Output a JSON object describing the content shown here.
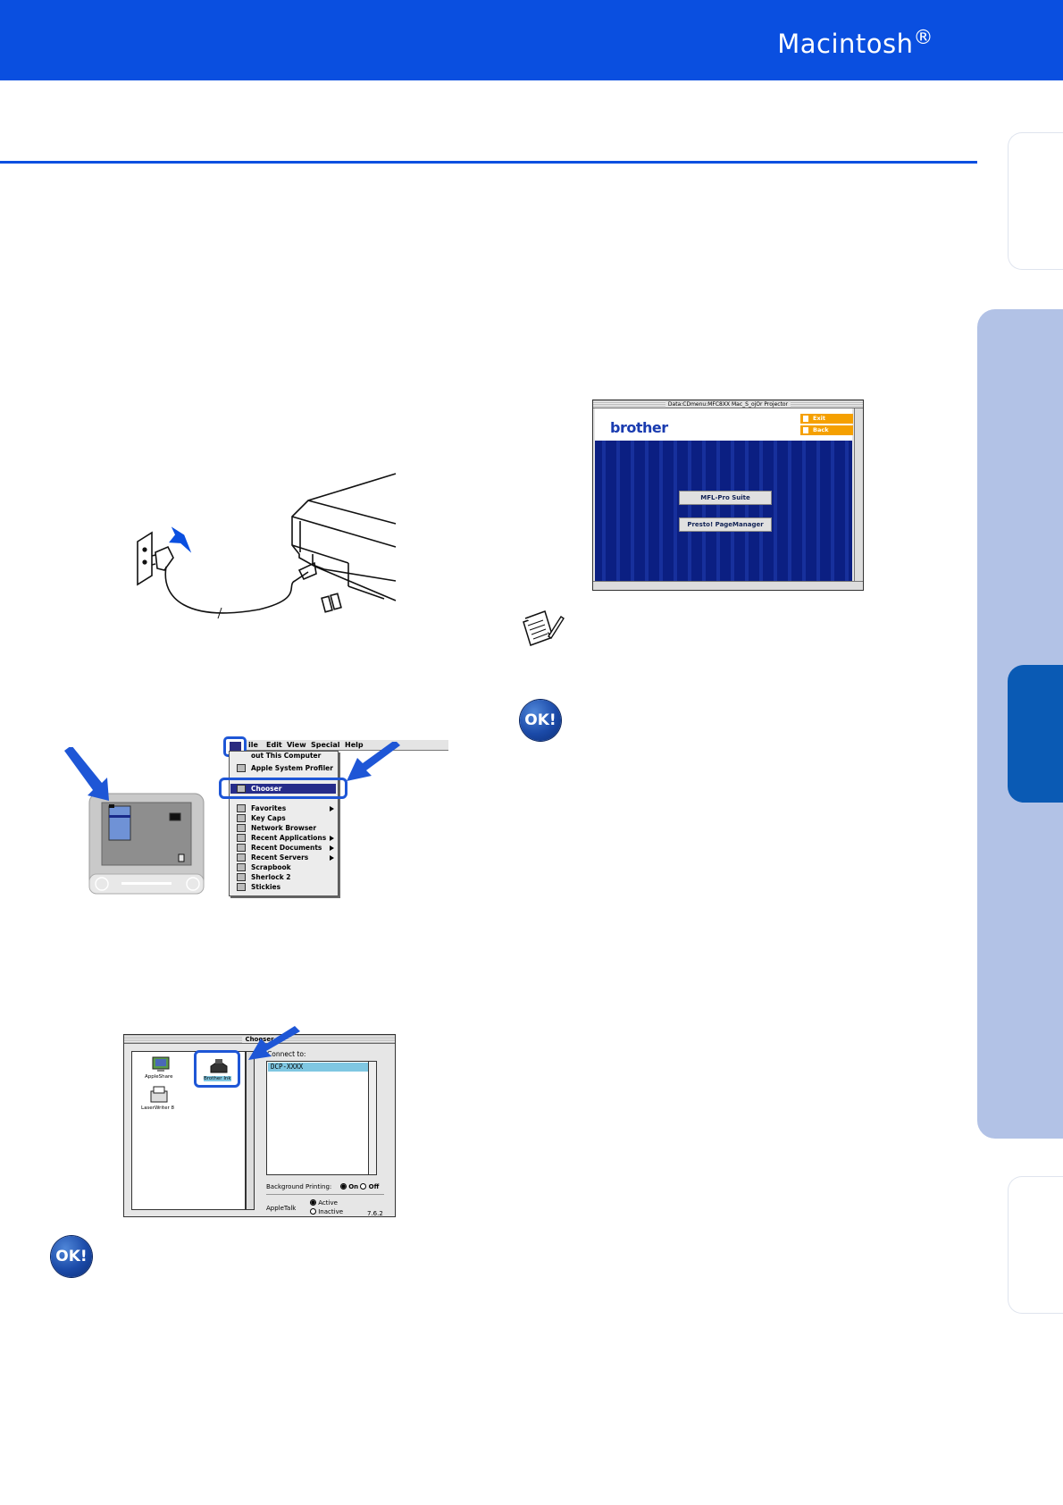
{
  "header": {
    "title": "Macintosh",
    "mark": "®"
  },
  "menu": {
    "bar": [
      "ile",
      "Edit",
      "View",
      "Special",
      "Help"
    ],
    "items": [
      {
        "label": "out This Computer"
      },
      {
        "label": "Apple System Profiler"
      },
      {
        "label": "Chooser"
      },
      {
        "label": "Favorites",
        "submenu": true
      },
      {
        "label": "Key Caps"
      },
      {
        "label": "Network Browser"
      },
      {
        "label": "Recent Applications",
        "submenu": true
      },
      {
        "label": "Recent Documents",
        "submenu": true
      },
      {
        "label": "Recent Servers",
        "submenu": true
      },
      {
        "label": "Scrapbook"
      },
      {
        "label": "Sherlock 2"
      },
      {
        "label": "Stickies"
      }
    ]
  },
  "chooser": {
    "title": "Chooser",
    "icons": [
      "AppleShare",
      "Brother Ink",
      "LaserWriter 8"
    ],
    "connect_label": "Connect to:",
    "list_item": "DCP-XXXX",
    "bg_printing_label": "Background Printing:",
    "on_label": "On",
    "off_label": "Off",
    "appletalk_label": "AppleTalk",
    "active_label": "Active",
    "inactive_label": "Inactive",
    "version": "7.6.2"
  },
  "projector": {
    "title": "Data:CDmenu:MFC8XX Mac_S_ojOr Projector",
    "logo": "brother",
    "exit_label": "Exit",
    "back_label": "Back",
    "btn1": "MFL-Pro Suite",
    "btn2": "Presto! PageManager"
  },
  "ok_badge": "OK!",
  "colors": {
    "header": "#0a4fe0",
    "side_tab": "#b2c2e6",
    "side_tab_active": "#0a5ab4",
    "callout": "#1e56d6"
  }
}
